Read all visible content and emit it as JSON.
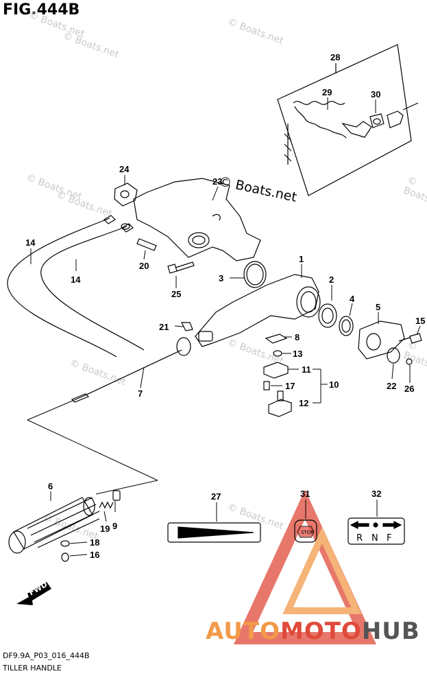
{
  "figure": {
    "title": "FIG.444B",
    "code": "DF9.9A_P03_016_444B",
    "section": "TILLER HANDLE"
  },
  "watermark": {
    "text": "© Boats.net",
    "small_text": "© Boats.net"
  },
  "brand": {
    "part1": "AUTO",
    "part2": "MOTO",
    "part3": "HUB"
  },
  "decals": {
    "stop": "STOP",
    "shift_r": "R",
    "shift_n": "N",
    "shift_f": "F",
    "fwd": "FWD"
  },
  "callouts": [
    "1",
    "2",
    "3",
    "4",
    "5",
    "6",
    "7",
    "8",
    "9",
    "10",
    "11",
    "12",
    "13",
    "14",
    "14",
    "15",
    "16",
    "17",
    "18",
    "19",
    "20",
    "21",
    "22",
    "23",
    "24",
    "25",
    "26",
    "27",
    "28",
    "29",
    "30",
    "31",
    "32"
  ]
}
